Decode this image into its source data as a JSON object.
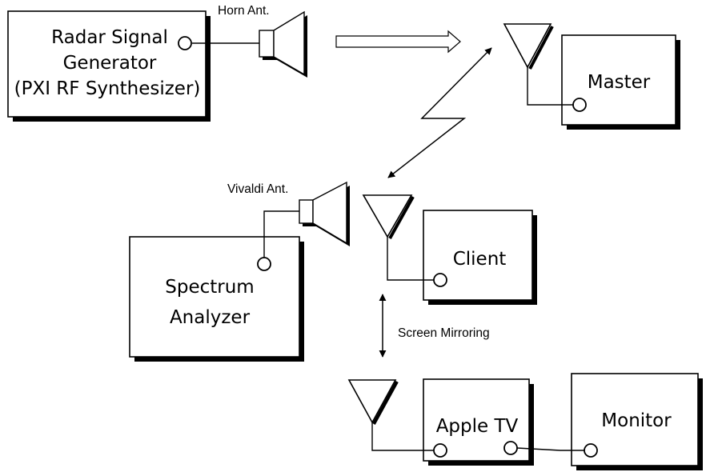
{
  "blocks": {
    "radar_generator": {
      "lines": [
        "Radar Signal",
        "Generator",
        "(PXI RF Synthesizer)"
      ]
    },
    "master": {
      "label": "Master"
    },
    "client": {
      "label": "Client"
    },
    "spectrum_analyzer": {
      "lines": [
        "Spectrum",
        "Analyzer"
      ]
    },
    "apple_tv": {
      "label": "Apple TV"
    },
    "monitor": {
      "label": "Monitor"
    }
  },
  "labels": {
    "horn_antenna": "Horn Ant.",
    "vivaldi_antenna": "Vivaldi Ant.",
    "screen_mirroring": "Screen Mirroring"
  }
}
